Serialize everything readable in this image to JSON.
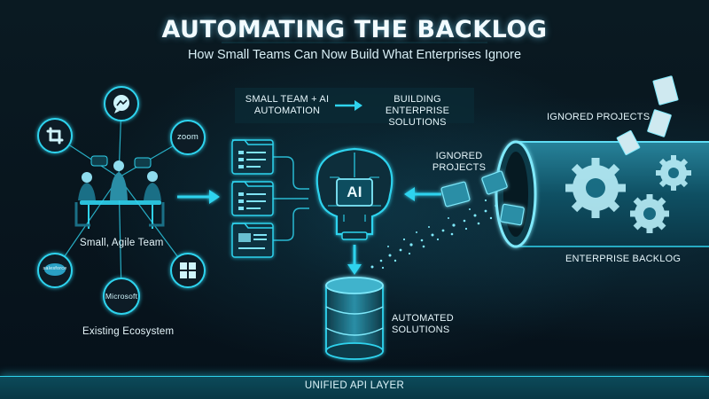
{
  "header": {
    "title": "AUTOMATING THE BACKLOG",
    "subtitle": "How Small Teams Can Now Build What Enterprises Ignore"
  },
  "flow": {
    "small_team_automation": "SMALL TEAM + AI AUTOMATION",
    "building_solutions": "BUILDING ENTERPRISE SOLUTIONS",
    "ai_label": "AI"
  },
  "left": {
    "team_label": "Small, Agile Team",
    "ecosystem_label": "Existing Ecosystem",
    "apps": {
      "zoom": "zoom",
      "microsoft": "Microsoft",
      "salesforce": "salesforce"
    }
  },
  "right": {
    "ignored_projects_top": "IGNORED PROJECTS",
    "ignored_projects_mid": "IGNORED PROJECTS",
    "enterprise_backlog": "ENTERPRISE BACKLOG"
  },
  "bottom": {
    "automated_solutions": "AUTOMATED SOLUTIONS",
    "api_layer": "UNIFIED API LAYER"
  },
  "colors": {
    "accent": "#2fd3ee",
    "background": "#071219",
    "text": "#e6f6fb"
  }
}
